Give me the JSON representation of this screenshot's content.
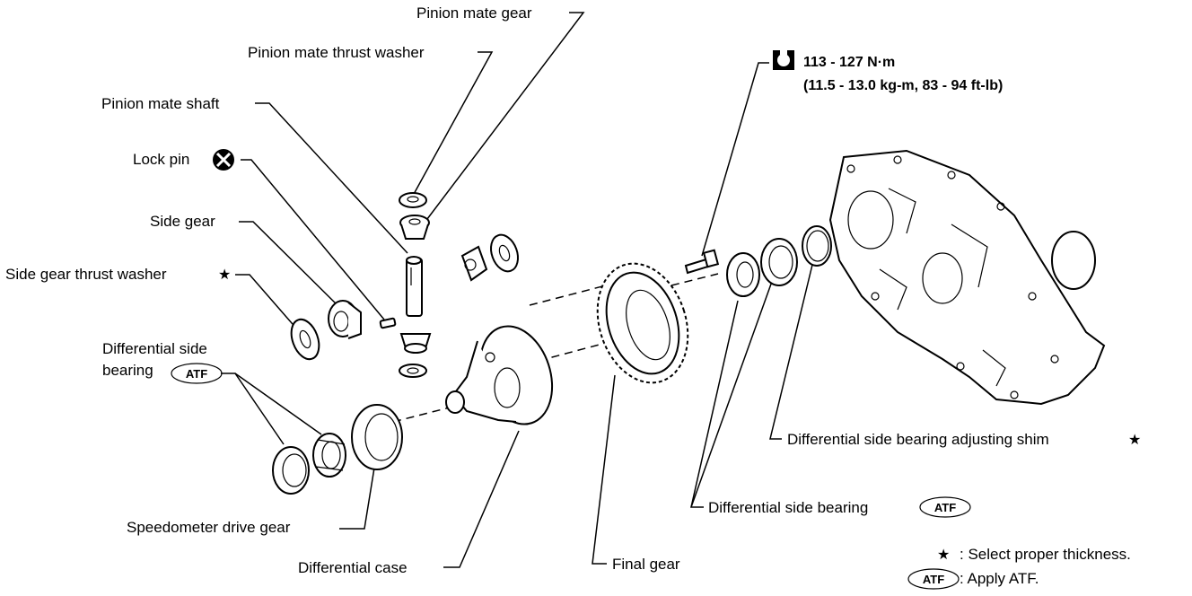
{
  "labels": {
    "pinion_mate_gear": "Pinion mate gear",
    "pinion_mate_thrust_washer": "Pinion mate thrust washer",
    "pinion_mate_shaft": "Pinion mate shaft",
    "lock_pin": "Lock pin",
    "side_gear": "Side gear",
    "side_gear_thrust_washer": "Side gear thrust washer",
    "diff_side_bearing_l1": "Differential side",
    "diff_side_bearing_l2": "bearing",
    "speedometer_drive_gear": "Speedometer drive gear",
    "differential_case": "Differential case",
    "final_gear": "Final gear",
    "diff_side_bearing_right": "Differential side bearing",
    "diff_side_bearing_adjusting_shim": "Differential side bearing adjusting shim"
  },
  "torque": {
    "line1": "113 - 127 N·m",
    "line2": "(11.5 - 13.0 kg-m, 83 - 94 ft-lb)"
  },
  "symbols": {
    "star": "★",
    "atf": "ATF",
    "torque_icon": "torque-wrench-icon",
    "lock_pin_icon": "do-not-reuse-icon"
  },
  "legend": {
    "star_text": ": Select proper thickness.",
    "atf_text": ": Apply ATF."
  }
}
